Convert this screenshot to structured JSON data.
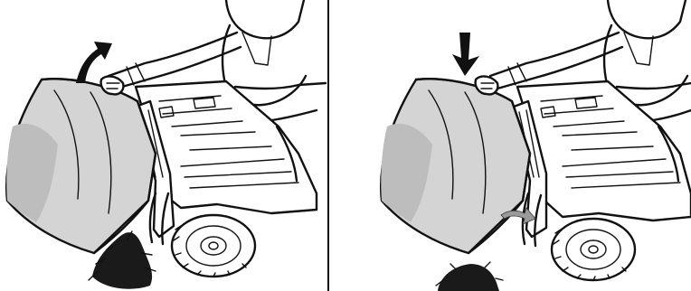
{
  "figure": {
    "panels": [
      {
        "id": "left",
        "caption": "",
        "arrow_direction": "up-curved",
        "arrow_color": "#111111"
      },
      {
        "id": "right",
        "caption": "",
        "arrow_direction": "down",
        "arrow_color": "#111111",
        "secondary_arrow_color": "#9a9a9a"
      }
    ],
    "colors": {
      "line": "#111111",
      "bag_fill": "#d4d4d4",
      "bag_shadow": "#bdbdbd",
      "background": "#ffffff"
    }
  }
}
